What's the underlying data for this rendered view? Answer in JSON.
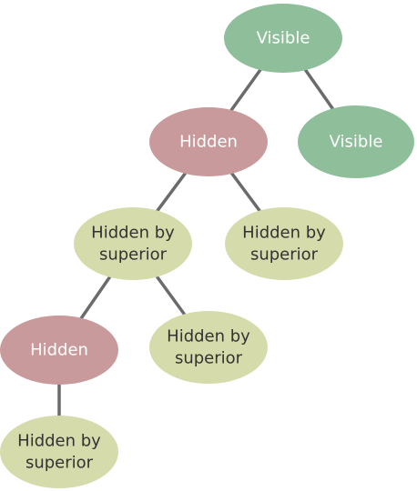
{
  "colors": {
    "visible": "#8fbf9a",
    "hidden": "#c99a9c",
    "hidden_by_superior": "#d6dbab",
    "edge": "#6b6b6b"
  },
  "nodes": [
    {
      "id": "n1",
      "status": "visible",
      "lines": [
        "Visible"
      ]
    },
    {
      "id": "n2",
      "status": "hidden",
      "lines": [
        "Hidden"
      ]
    },
    {
      "id": "n3",
      "status": "visible",
      "lines": [
        "Visible"
      ]
    },
    {
      "id": "n4",
      "status": "hidden_by_superior",
      "lines": [
        "Hidden by",
        "superior"
      ]
    },
    {
      "id": "n5",
      "status": "hidden_by_superior",
      "lines": [
        "Hidden by",
        "superior"
      ]
    },
    {
      "id": "n6",
      "status": "hidden",
      "lines": [
        "Hidden"
      ]
    },
    {
      "id": "n7",
      "status": "hidden_by_superior",
      "lines": [
        "Hidden by",
        "superior"
      ]
    },
    {
      "id": "n8",
      "status": "hidden_by_superior",
      "lines": [
        "Hidden by",
        "superior"
      ]
    }
  ],
  "edges": [
    {
      "from": "n1",
      "to": "n2"
    },
    {
      "from": "n1",
      "to": "n3"
    },
    {
      "from": "n2",
      "to": "n4"
    },
    {
      "from": "n2",
      "to": "n5"
    },
    {
      "from": "n4",
      "to": "n6"
    },
    {
      "from": "n4",
      "to": "n7"
    },
    {
      "from": "n6",
      "to": "n8"
    }
  ]
}
